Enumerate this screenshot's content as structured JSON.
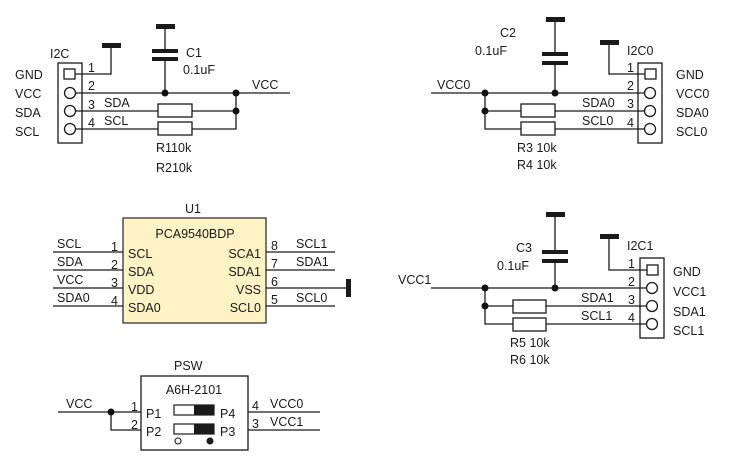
{
  "diagram": {
    "type": "electrical-schematic",
    "connectors": {
      "i2c": {
        "ref": "I2C",
        "pins": [
          {
            "num": "1",
            "signal": "GND"
          },
          {
            "num": "2",
            "signal": "VCC"
          },
          {
            "num": "3",
            "signal": "SDA"
          },
          {
            "num": "4",
            "signal": "SCL"
          }
        ],
        "net_labels": [
          "SDA",
          "SCL"
        ],
        "supply": "VCC"
      },
      "i2c0": {
        "ref": "I2C0",
        "pins": [
          {
            "num": "1",
            "signal": "GND"
          },
          {
            "num": "2",
            "signal": "VCC0"
          },
          {
            "num": "3",
            "signal": "SDA0"
          },
          {
            "num": "4",
            "signal": "SCL0"
          }
        ],
        "net_labels": [
          "SDA0",
          "SCL0"
        ],
        "supply": "VCC0"
      },
      "i2c1": {
        "ref": "I2C1",
        "pins": [
          {
            "num": "1",
            "signal": "GND"
          },
          {
            "num": "2",
            "signal": "VCC1"
          },
          {
            "num": "3",
            "signal": "SDA1"
          },
          {
            "num": "4",
            "signal": "SCL1"
          }
        ],
        "net_labels": [
          "SDA1",
          "SCL1"
        ],
        "supply": "VCC1"
      }
    },
    "capacitors": {
      "c1": {
        "ref": "C1",
        "value": "0.1uF"
      },
      "c2": {
        "ref": "C2",
        "value": "0.1uF"
      },
      "c3": {
        "ref": "C3",
        "value": "0.1uF"
      }
    },
    "resistors": {
      "r1r2": [
        "R110k",
        "R210k"
      ],
      "r3r4": [
        "R3 10k",
        "R4 10k"
      ],
      "r5r6": [
        "R5  10k",
        "R6  10k"
      ]
    },
    "u1": {
      "ref": "U1",
      "part": "PCA9540BDP",
      "left_pins": [
        {
          "num": "1",
          "name": "SCL",
          "net": "SCL"
        },
        {
          "num": "2",
          "name": "SDA",
          "net": "SDA"
        },
        {
          "num": "3",
          "name": "VDD",
          "net": "VCC"
        },
        {
          "num": "4",
          "name": "SDA0",
          "net": "SDA0"
        }
      ],
      "right_pins": [
        {
          "num": "8",
          "name": "SCA1",
          "net": "SCL1"
        },
        {
          "num": "7",
          "name": "SDA1",
          "net": "SDA1"
        },
        {
          "num": "6",
          "name": "VSS",
          "net": ""
        },
        {
          "num": "5",
          "name": "SCL0",
          "net": "SCL0"
        }
      ]
    },
    "psw": {
      "ref": "PSW",
      "part": "A6H-2101",
      "left_pins": [
        {
          "num": "1",
          "name": "P1"
        },
        {
          "num": "2",
          "name": "P2"
        }
      ],
      "right_pins": [
        {
          "num": "4",
          "name": "P4",
          "net": "VCC0"
        },
        {
          "num": "3",
          "name": "P3",
          "net": "VCC1"
        }
      ],
      "input_net": "VCC"
    }
  }
}
